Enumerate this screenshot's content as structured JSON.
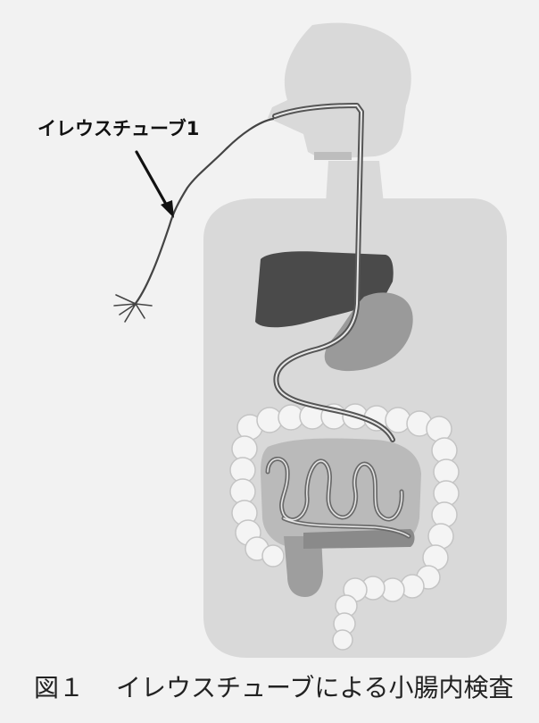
{
  "labels": {
    "tube": "イレウスチューブ1"
  },
  "caption": {
    "figure_number": "図１",
    "text": "イレウスチューブによる小腸内検査"
  }
}
